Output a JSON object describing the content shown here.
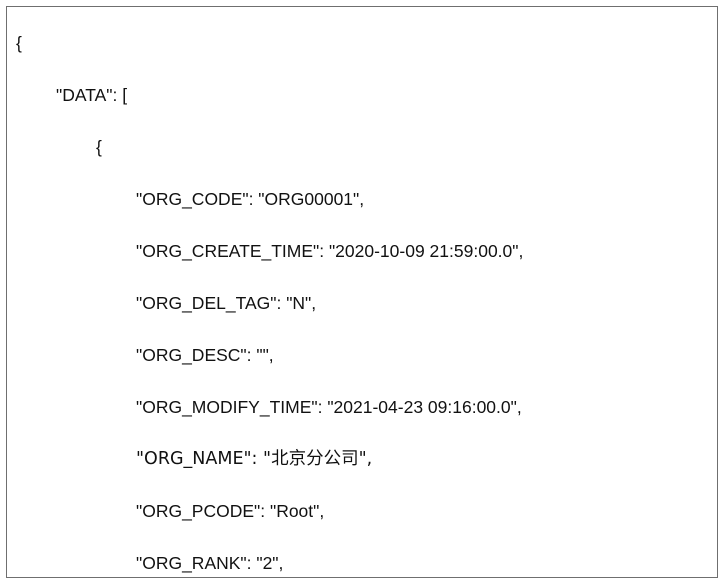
{
  "document": {
    "lines": [
      "{",
      "\"DATA\": [",
      "{",
      "\"ORG_CODE\": \"ORG00001\",",
      "\"ORG_CREATE_TIME\": \"2020-10-09 21:59:00.0\",",
      "\"ORG_DEL_TAG\": \"N\",",
      "\"ORG_DESC\": \"\",",
      "\"ORG_MODIFY_TIME\": \"2021-04-23 09:16:00.0\",",
      "\"ORG_NAME\": \"北京分公司\",",
      "\"ORG_PCODE\": \"Root\",",
      "\"ORG_RANK\": \"2\","
    ]
  }
}
